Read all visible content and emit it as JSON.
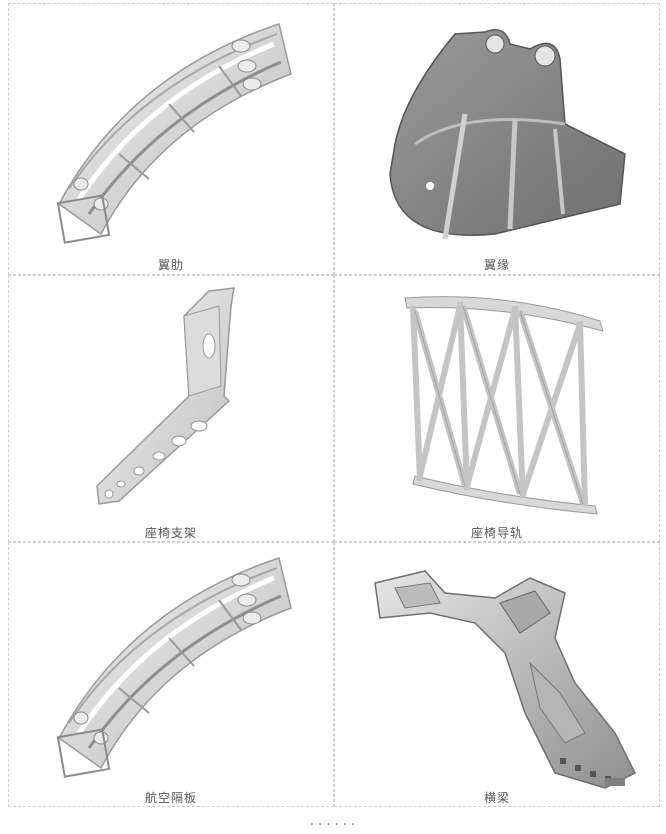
{
  "gallery": {
    "items": [
      {
        "caption": "翼肋",
        "image": "curved-rib-part"
      },
      {
        "caption": "翼缘",
        "image": "flange-bucket-part"
      },
      {
        "caption": "座椅支架",
        "image": "seat-bracket-part"
      },
      {
        "caption": "座椅导轨",
        "image": "truss-rail-part"
      },
      {
        "caption": "航空隔板",
        "image": "curved-rib-part"
      },
      {
        "caption": "横梁",
        "image": "crossbeam-part"
      }
    ],
    "more_indicator": "......"
  }
}
